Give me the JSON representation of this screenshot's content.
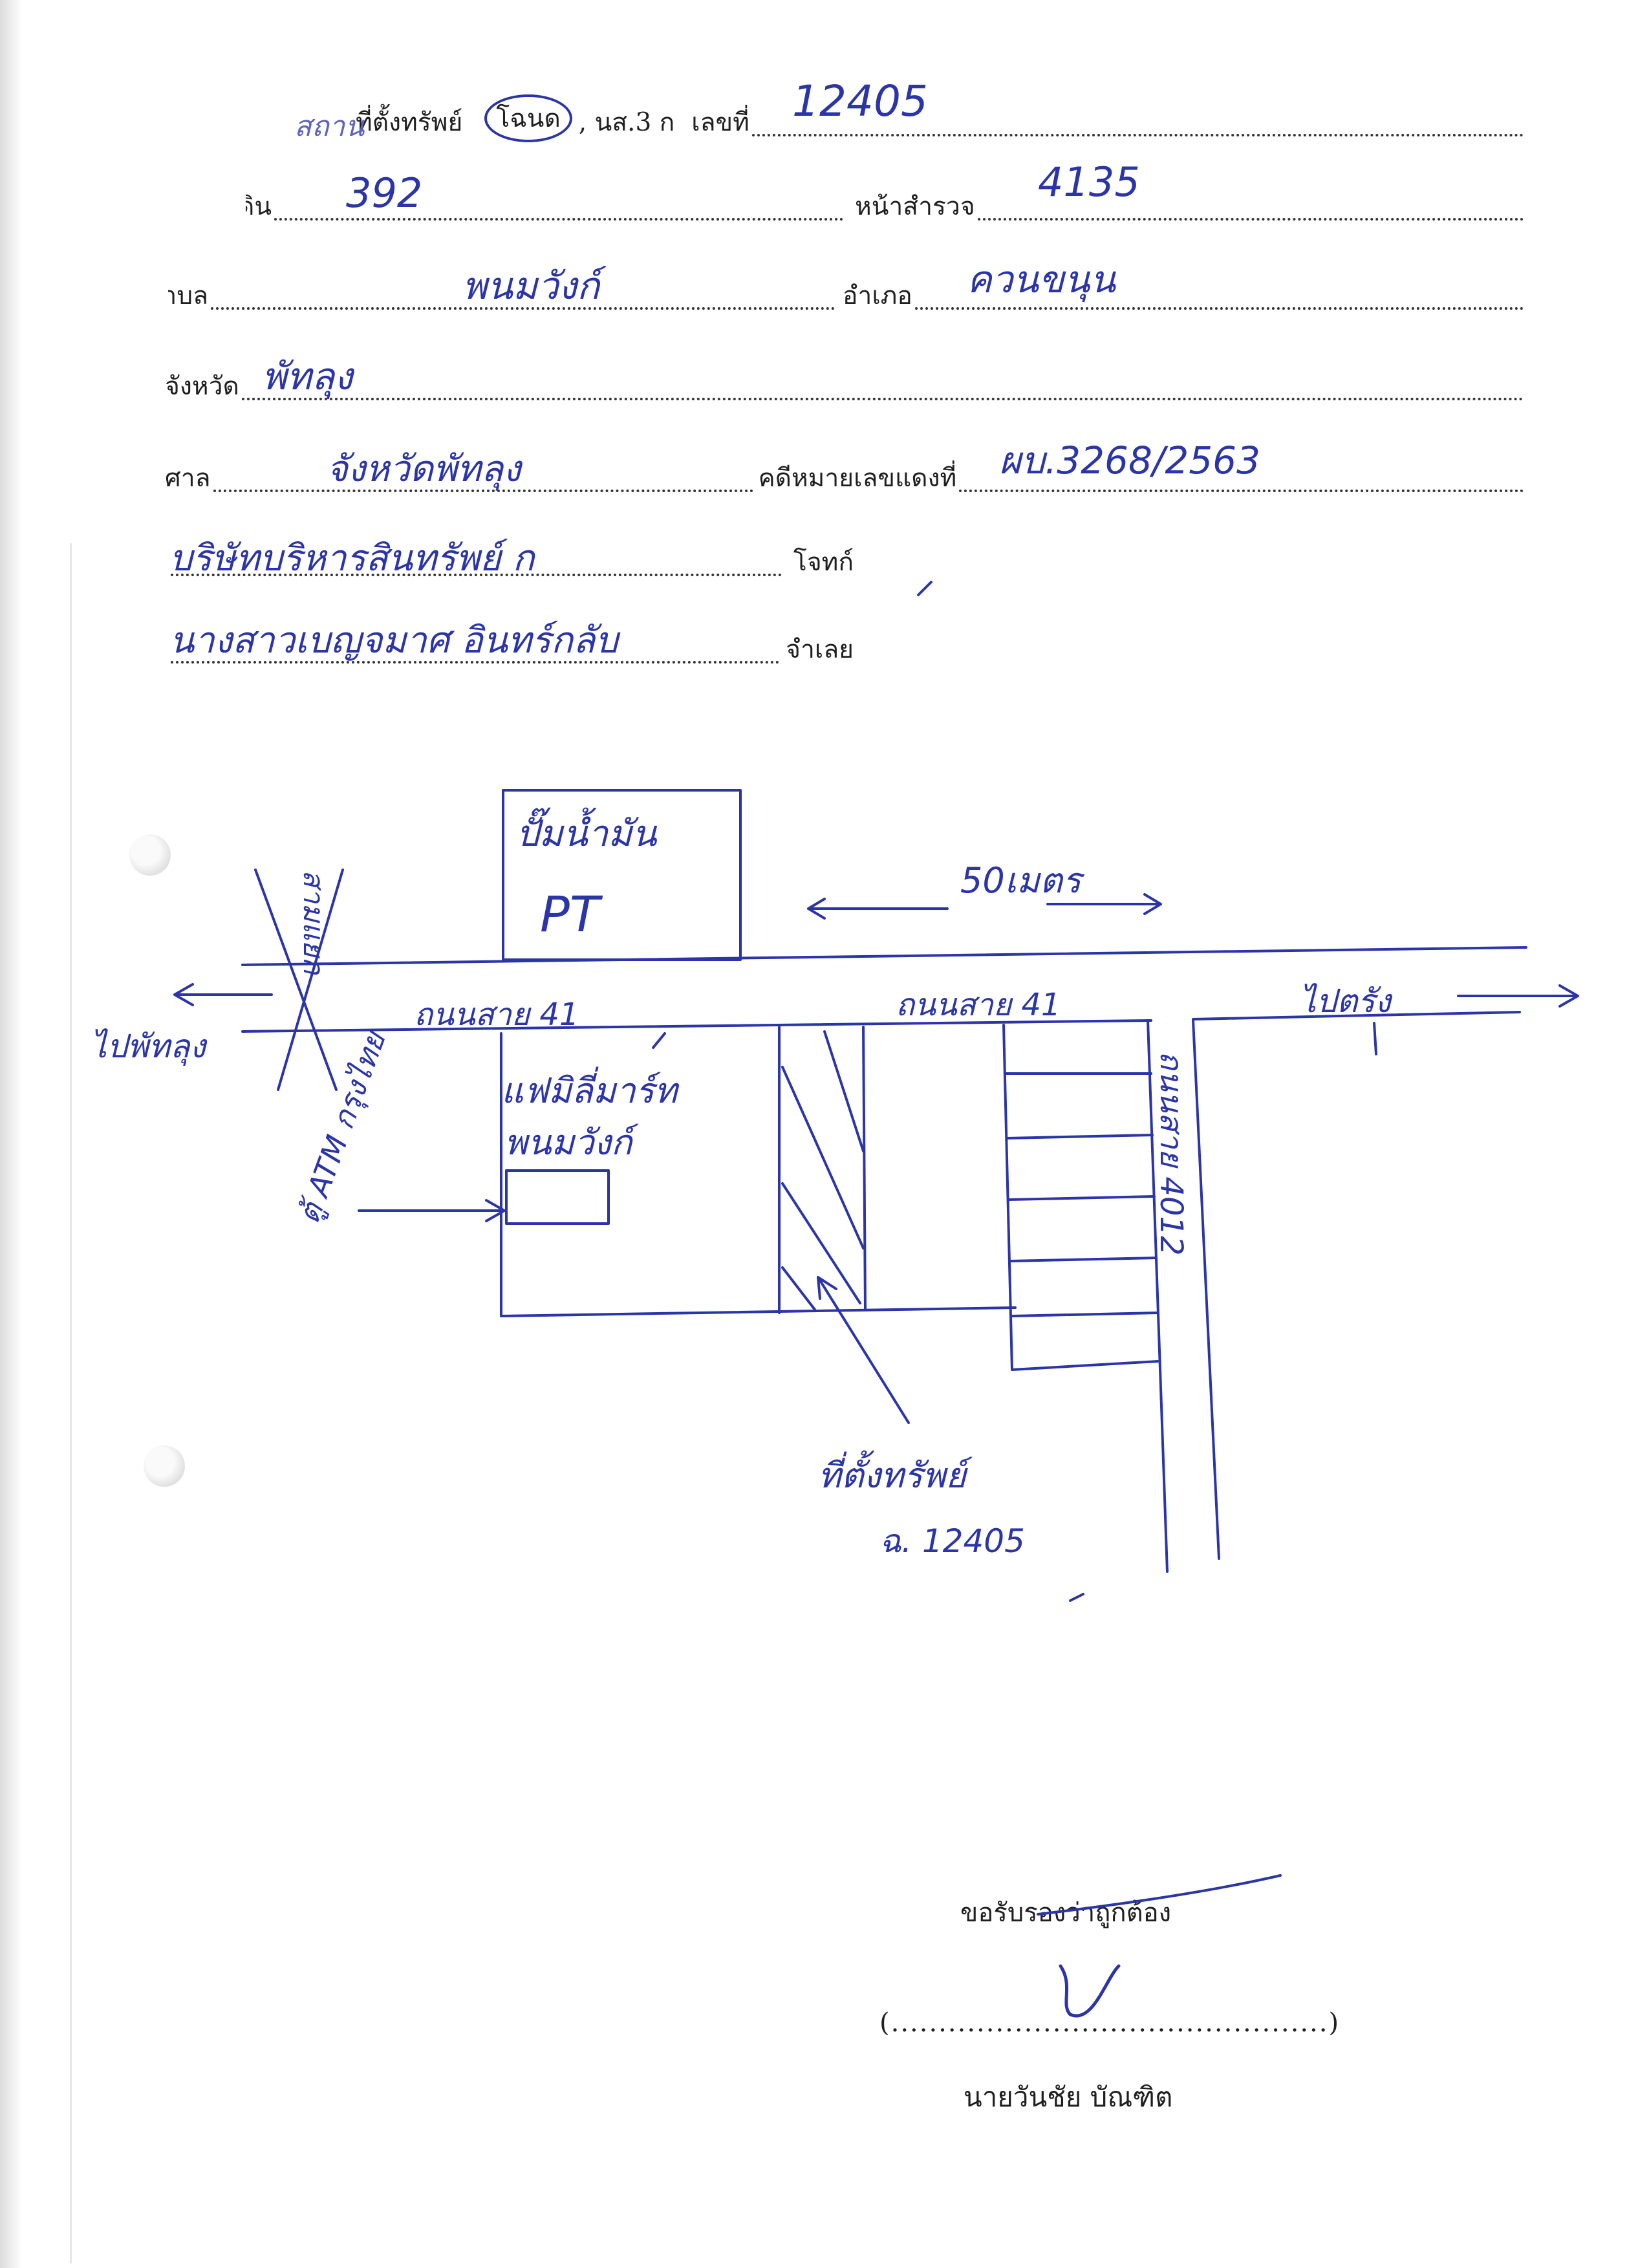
{
  "header": {
    "row1": {
      "prefix_handwritten": "สถาน",
      "label_location": "ที่ตั้งทรัพย์",
      "label_deed": "โฉนด",
      "label_ns3k": ", นส.3 ก",
      "label_number": "เลขที่",
      "value_number": "12405"
    },
    "row2": {
      "label_land_no": "ที่ดิน",
      "value_land_no": "392",
      "label_survey_page": "หน้าสำรวจ",
      "value_survey_page": "4135"
    },
    "row3": {
      "label_subdistrict": "ตำบล",
      "value_subdistrict": "พนมวังก์",
      "label_district": "อำเภอ",
      "value_district": "ควนขนุน"
    },
    "row4": {
      "label_province": "จังหวัด",
      "value_province": "พัทลุง"
    },
    "row5": {
      "label_court": "ศาล",
      "value_court": "จังหวัดพัทลุง",
      "label_case_no": "คดีหมายเลขแดงที่",
      "value_case_no": "ผบ.3268/2563"
    },
    "row6": {
      "value_plaintiff": "บริษัทบริหารสินทรัพย์ ก",
      "label_plaintiff": "โจทก์"
    },
    "row7": {
      "value_defendant": "นางสาวเบญจมาศ อินทร์กลับ",
      "label_defendant": "จำเลย"
    }
  },
  "map": {
    "gas_station_name": "ปั๊มน้ำมัน",
    "gas_station_brand": "PT",
    "distance": "50เมตร",
    "road_main_left": "ถนนสาย 41",
    "road_main_right": "ถนนสาย 41",
    "road_side_left": "สามแยก",
    "road_side_right": "ถนนสาย 4012",
    "to_left": "ไปพัทลุง",
    "to_right": "ไปตรัง",
    "store_name_1": "แฟมิลี่มาร์ท",
    "store_name_2": "พนมวังก์",
    "atm_label": "ตู้ ATM กรุงไทย",
    "property_label": "ที่ตั้งทรัพย์",
    "property_deed": "ฉ. 12405"
  },
  "signature": {
    "certify_text": "ขอรับรองว่าถูกต้อง",
    "sign_line": "(..............................................)",
    "signer_name": "นายวันชัย  บัณฑิต"
  },
  "colors": {
    "ink_blue": "#2b35a8",
    "print_black": "#1f1f1f"
  }
}
